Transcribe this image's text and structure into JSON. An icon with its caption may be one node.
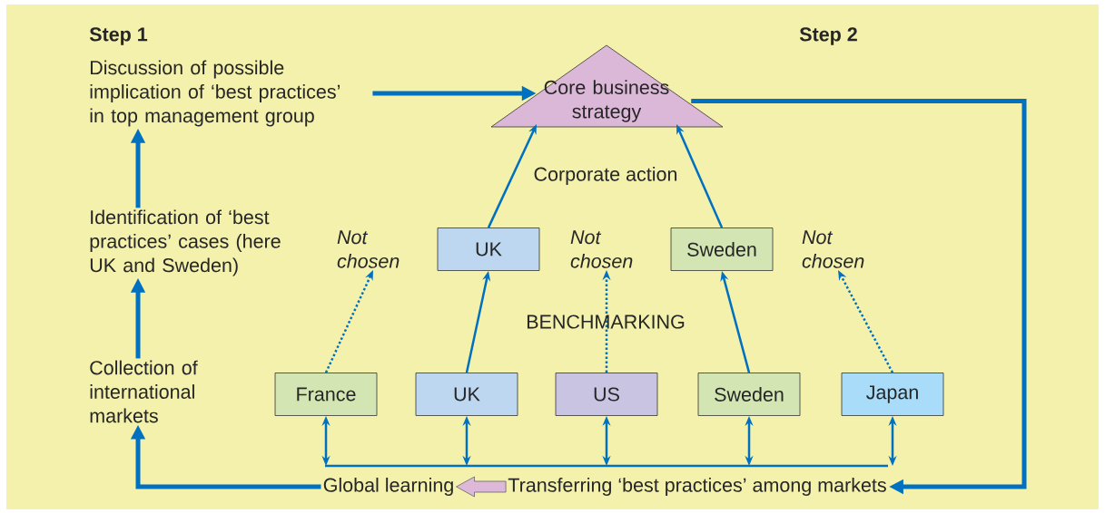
{
  "diagram": {
    "nodes": [
      {
        "text": [
          "Discussion of possible implication of ‘best practices’ in top management group"
        ]
      },
      {
        "text": [
          "Core business strategy"
        ]
      },
      {
        "text": [
          "Identification of ‘best practices’ cases (here UK and Sweden)"
        ]
      },
      {
        "text": [
          "UK"
        ]
      },
      {
        "text": [
          "Not chosen"
        ]
      },
      {
        "text": [
          "Not chosen"
        ]
      },
      {
        "text": [
          "Sweden"
        ]
      },
      {
        "text": [
          "Not chosen"
        ]
      },
      {
        "text": [
          "Collection of international markets"
        ]
      },
      {
        "text": [
          "France"
        ]
      },
      {
        "text": [
          "UK"
        ]
      },
      {
        "text": [
          "US"
        ]
      },
      {
        "text": [
          "Sweden"
        ]
      },
      {
        "text": [
          "Japan"
        ]
      },
      {
        "text": [
          "Global learning"
        ]
      },
      {
        "text": [
          "Transferring ‘best practices’ among markets"
        ]
      },
      {
        "text": [],
        "shape": "bar"
      }
    ],
    "edges": [
      {
        "from": 0,
        "to": 1,
        "arrow": "to",
        "style": "thick"
      },
      {
        "from": 1,
        "to": 15,
        "arrow": "to",
        "style": "thick"
      },
      {
        "from": 2,
        "to": 0,
        "arrow": "to",
        "style": "thick"
      },
      {
        "from": 8,
        "to": 2,
        "arrow": "to",
        "style": "thick"
      },
      {
        "from": 14,
        "to": 8,
        "arrow": "to",
        "style": "thick"
      },
      {
        "from": 15,
        "to": 14,
        "arrow": "to",
        "color": "#ddb8d8"
      },
      {
        "from": 3,
        "to": 1,
        "arrow": "to"
      },
      {
        "from": 6,
        "to": 1,
        "arrow": "to"
      },
      {
        "from": 10,
        "to": 3,
        "arrow": "to"
      },
      {
        "from": 12,
        "to": 6,
        "arrow": "to"
      },
      {
        "from": 9,
        "to": 4,
        "arrow": "to",
        "style": "dashed"
      },
      {
        "from": 11,
        "to": 5,
        "arrow": "to",
        "style": "dashed"
      },
      {
        "from": 13,
        "to": 7,
        "arrow": "to",
        "style": "dashed"
      },
      {
        "from": 9,
        "to": 16,
        "arrow": "both"
      },
      {
        "from": 10,
        "to": 16,
        "arrow": "both"
      },
      {
        "from": 11,
        "to": 16,
        "arrow": "both"
      },
      {
        "from": 12,
        "to": 16,
        "arrow": "both"
      },
      {
        "from": 13,
        "to": 16,
        "arrow": "both"
      }
    ],
    "labels": [
      "Step 1",
      "Step 2",
      "Corporate action",
      "BENCHMARKING"
    ]
  }
}
